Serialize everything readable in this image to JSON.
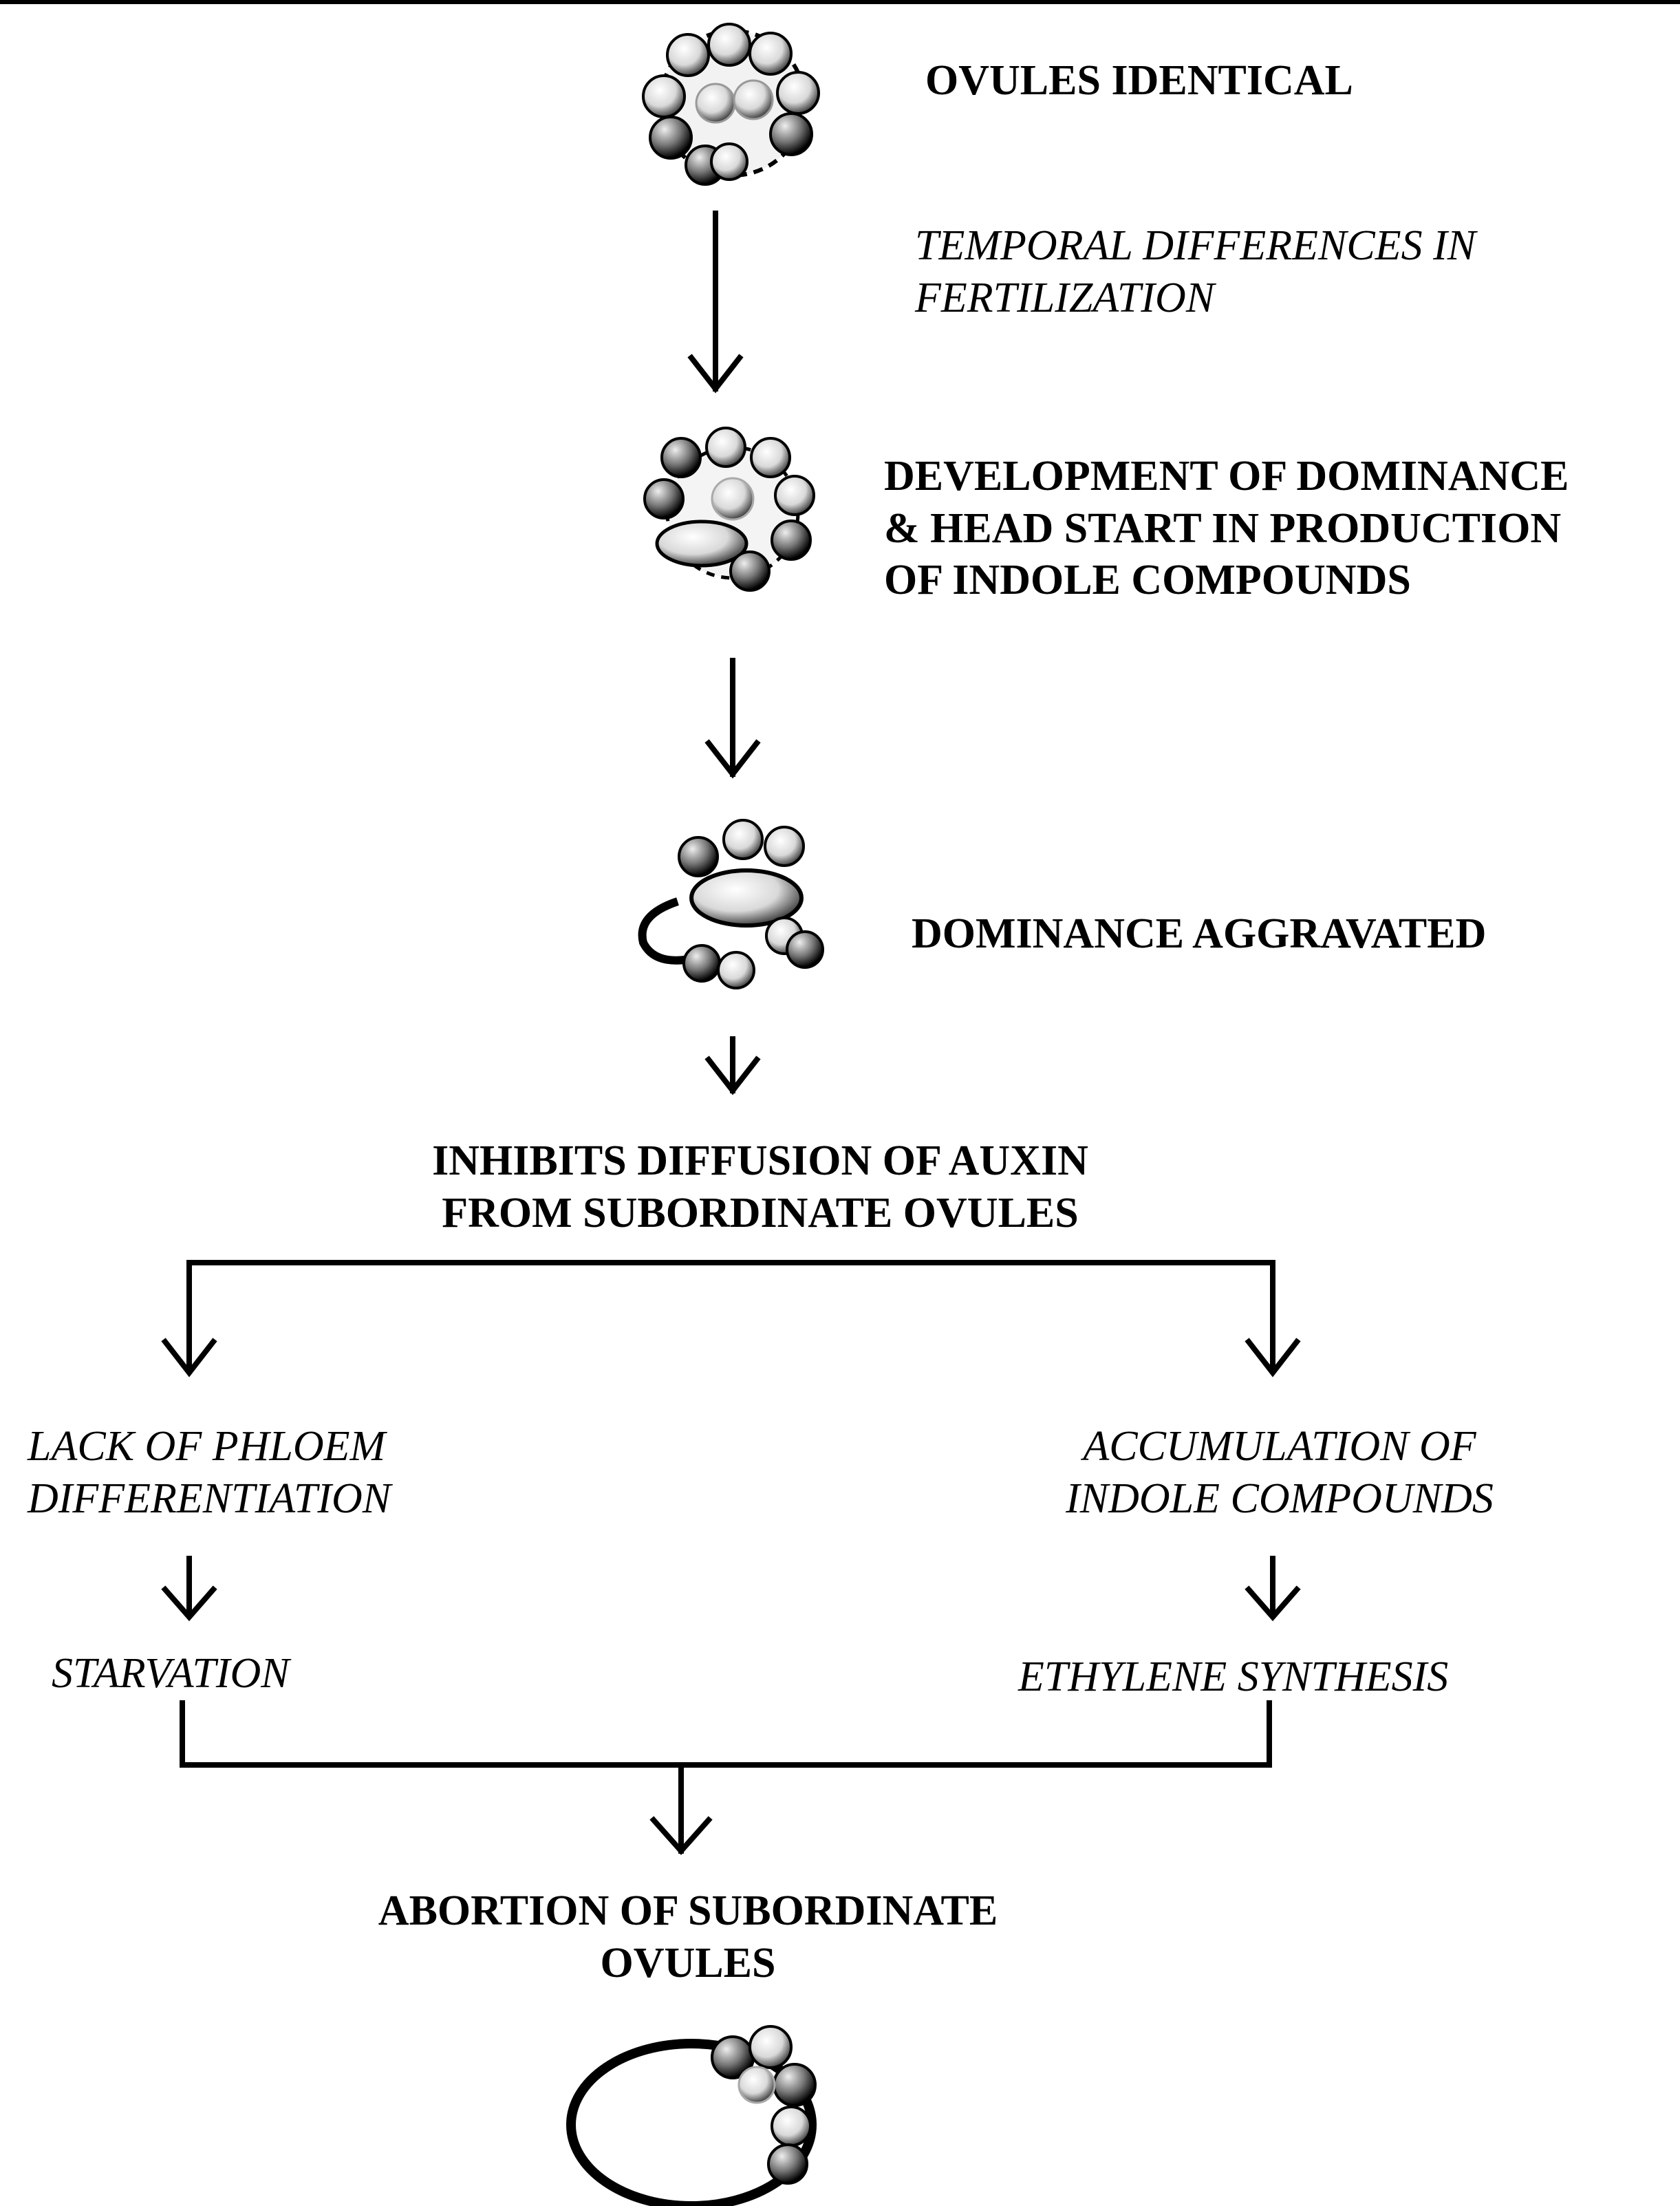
{
  "flow": {
    "step1_label": "OVULES IDENTICAL",
    "step1_process": "TEMPORAL DIFFERENCES IN\nFERTILIZATION",
    "step2_label": "DEVELOPMENT OF DOMINANCE\n& HEAD START IN PRODUCTION\nOF INDOLE COMPOUNDS",
    "step3_label": "DOMINANCE AGGRAVATED",
    "step4_label": "INHIBITS  DIFFUSION OF AUXIN\nFROM SUBORDINATE OVULES",
    "left_branch": {
      "cause": "LACK OF PHLOEM\nDIFFERENTIATION",
      "effect": "STARVATION"
    },
    "right_branch": {
      "cause": "ACCUMULATION OF\nINDOLE COMPOUNDS",
      "effect": "ETHYLENE SYNTHESIS"
    },
    "result_label": "ABORTION OF SUBORDINATE\nOVULES"
  },
  "colors": {
    "ink": "#000000",
    "background": "#ffffff"
  },
  "icons": [
    "ovule-cluster-icon",
    "dominant-ovule-icon",
    "aborted-ovules-icon"
  ]
}
